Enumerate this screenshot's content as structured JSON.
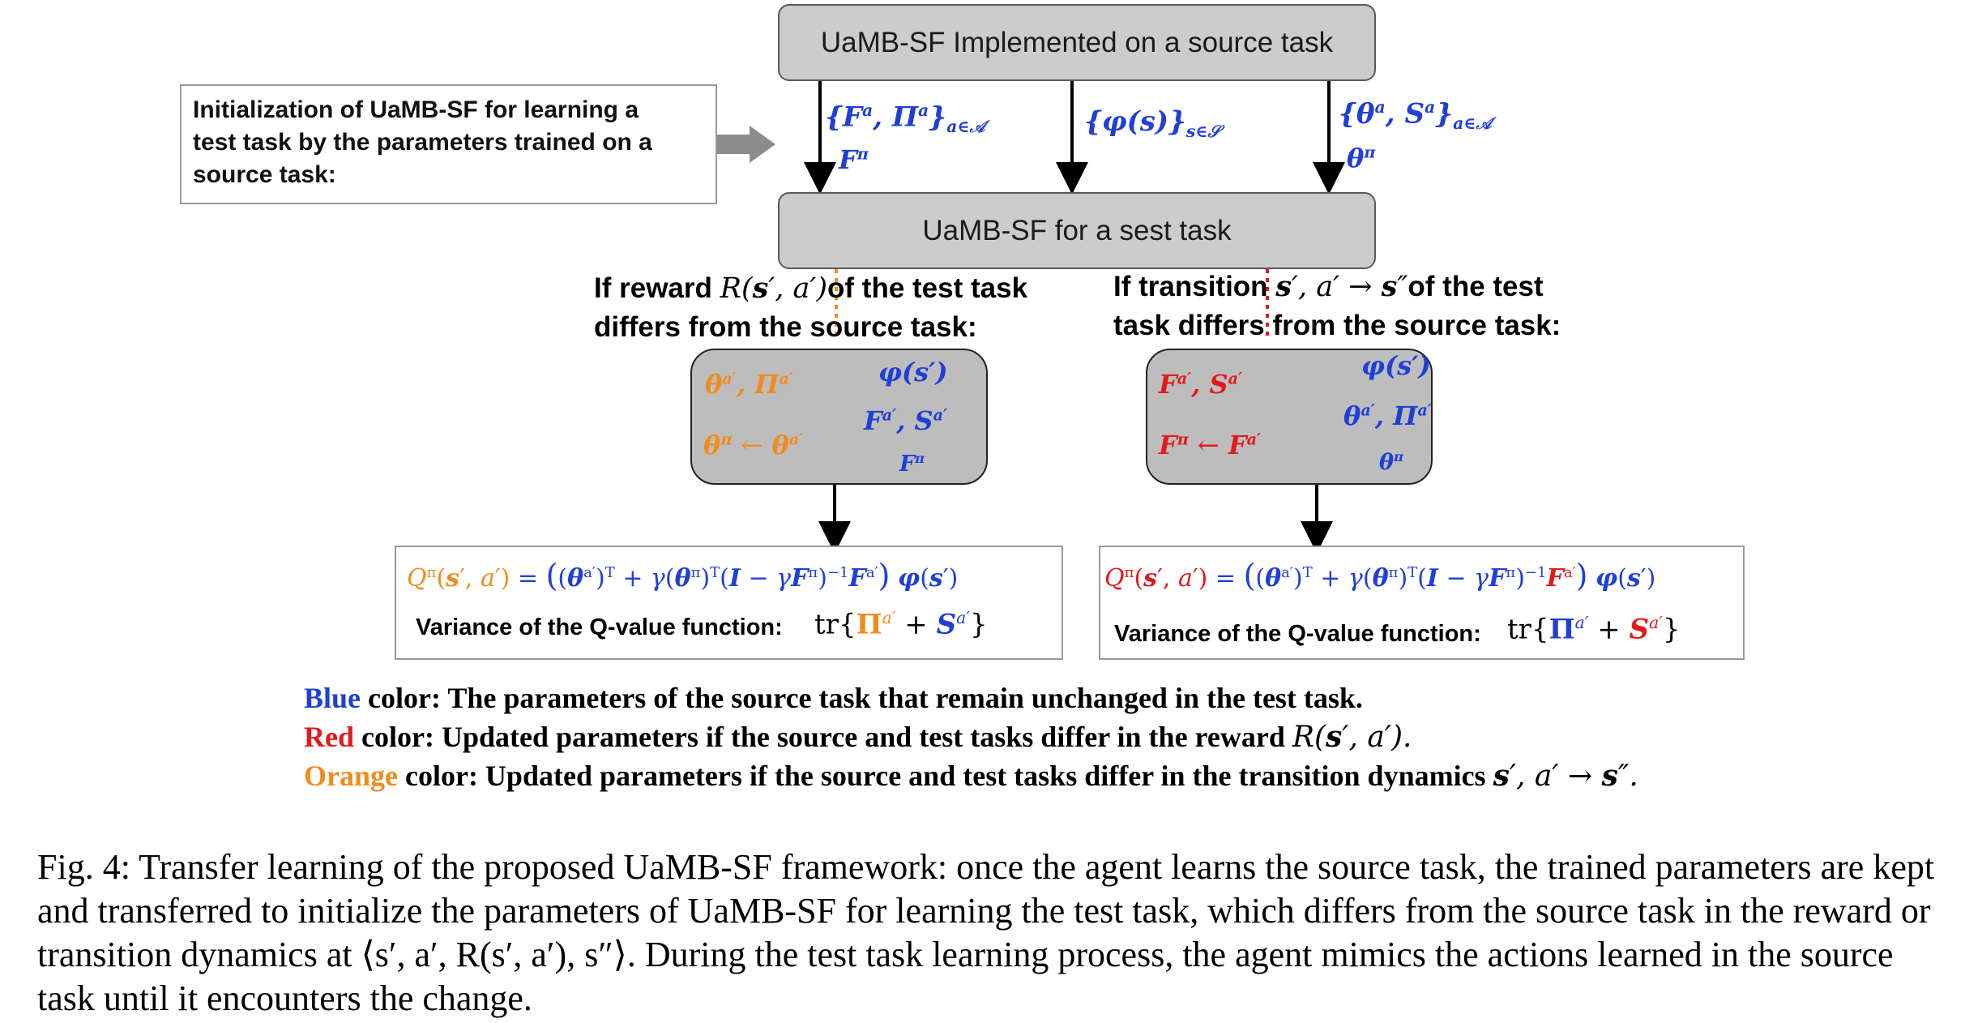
{
  "top_box": "UaMB-SF Implemented on a source task",
  "init_note": [
    "Initialization of UaMB-SF for learning a",
    "test task by the parameters trained on a",
    "source task:"
  ],
  "transfer": {
    "left_set": "{F^a, Π^a}_{a∈A}",
    "left_sub": "F^π",
    "mid_set": "{φ(s)}_{s∈S}",
    "right_set": "{θ^a, S^a}_{a∈A}",
    "right_sub": "θ^π"
  },
  "mid_box": "UaMB-SF for a sest task",
  "cond_left": [
    "If reward",
    "of the test task",
    "differs from the source task:"
  ],
  "cond_left_math": "R(s′, a′)",
  "cond_right": [
    "If transition",
    "of the test",
    "task differs from the source task:"
  ],
  "cond_right_math": "s′, a′ → s″",
  "reward_box": {
    "updated1": "θ^{a′}, Π^{a′}",
    "updated2": "θ^π ← θ^{a′}",
    "kept1": "φ(s′)",
    "kept2": "F^{a′}, S^{a′}",
    "kept3": "F^π"
  },
  "transition_box": {
    "updated1": "F^{a′}, S^{a′}",
    "updated2": "F^π ← F^{a′}",
    "kept1": "φ(s′)",
    "kept2": "θ^{a′}, Π^{a′}",
    "kept3": "θ^π"
  },
  "qvalue_eq": "Q^π(s′, a′) = ((θ^{a′})^T + γ(θ^π)^T(I − γF^π)^{-1}F^{a′}) φ(s′)",
  "variance_label": "Variance of the Q-value function:",
  "variance_expr": "tr{Π^{a′} + S^{a′}}",
  "legend": {
    "blue_word": "Blue",
    "blue_text": " color: The parameters of the source task that remain unchanged in the test task.",
    "red_word": "Red",
    "red_text": " color: Updated parameters if the source and test tasks differ in the reward ",
    "red_math": "R(s′, a′).",
    "orange_word": "Orange",
    "orange_text": " color: Updated parameters if the source and test tasks differ in the transition dynamics ",
    "orange_math": "s′, a′ → s″."
  },
  "caption": "Fig. 4: Transfer learning of the proposed UaMB-SF framework: once the agent learns the source task, the trained parameters are kept and transferred to initialize the parameters of UaMB-SF for learning the test task, which differs from the source task in the reward or transition dynamics at ⟨s′, a′, R(s′, a′), s″⟩. During the test task learning process, the agent mimics the actions learned in the source task until it encounters the change.",
  "colors": {
    "blue": "#1f3fd6",
    "red": "#e31a1a",
    "orange": "#f08c1e",
    "box_gray": "#cccccc"
  }
}
